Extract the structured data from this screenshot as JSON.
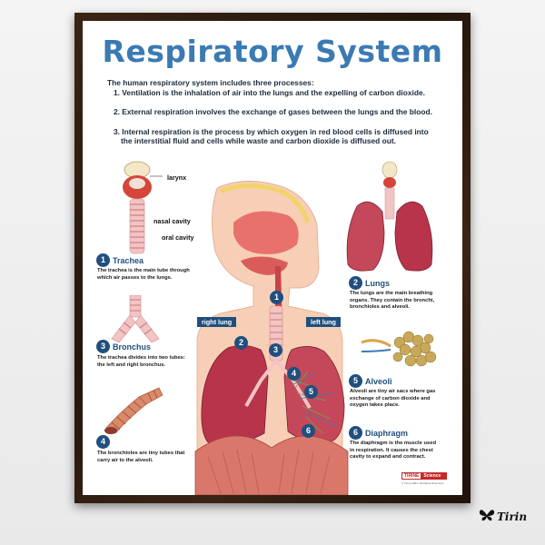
{
  "title": "Respiratory System",
  "intro": {
    "lead": "The human respiratory system includes three processes:",
    "items": [
      "1. Ventilation is the inhalation of air into the lungs and the expelling of carbon dioxide.",
      "2. External respiration involves the exchange of gases between the lungs and the blood.",
      "3. Internal respiration is the process by which oxygen in red blood cells is diffused into",
      "the interstitial fluid and cells while waste and carbon dioxide is diffused out."
    ]
  },
  "labels": {
    "larynx": "larynx",
    "nasal_cavity": "nasal cavity",
    "oral_cavity": "oral cavity",
    "right_lung": "right lung",
    "left_lung": "left lung"
  },
  "sections": [
    {
      "num": "1",
      "title": "Trachea",
      "desc1": "The trachea is the main tube through",
      "desc2": "which air passes to the lungs.",
      "desc3": ""
    },
    {
      "num": "2",
      "title": "Lungs",
      "desc1": "The lungs are the main breathing",
      "desc2": "organs. They contain the bronchi,",
      "desc3": "bronchioles and alveoli."
    },
    {
      "num": "3",
      "title": "Bronchus",
      "desc1": "The trachea divides into two tubes:",
      "desc2": "the left and right bronchus.",
      "desc3": ""
    },
    {
      "num": "4",
      "title": "",
      "desc1": "The bronchioles are tiny tubes that",
      "desc2": "carry air to the alveoli.",
      "desc3": ""
    },
    {
      "num": "5",
      "title": "Alveoli",
      "desc1": "Alveoli are tiny air sacs where gas",
      "desc2": "exchange of carbon dioxide and",
      "desc3": "oxygen takes place."
    },
    {
      "num": "6",
      "title": "Diaphragm",
      "desc1": "The diaphragm is the muscle used",
      "desc2": "in respiration. It causes the chest",
      "desc3": "cavity to expand and contract."
    }
  ],
  "diagram_numbers": [
    "1",
    "2",
    "3",
    "4",
    "5",
    "6"
  ],
  "logo": {
    "left": "TIRINE",
    "right": "Science",
    "copyright": "© Tirine 2021. All Rights Reserved."
  },
  "watermark": "Tirin",
  "colors": {
    "title": "#3b7ab3",
    "badge": "#1f4f7d",
    "lung": "#b8344a",
    "trachea": "#f2b8b8",
    "skin": "#f7c9b0",
    "accent": "#c62828"
  }
}
